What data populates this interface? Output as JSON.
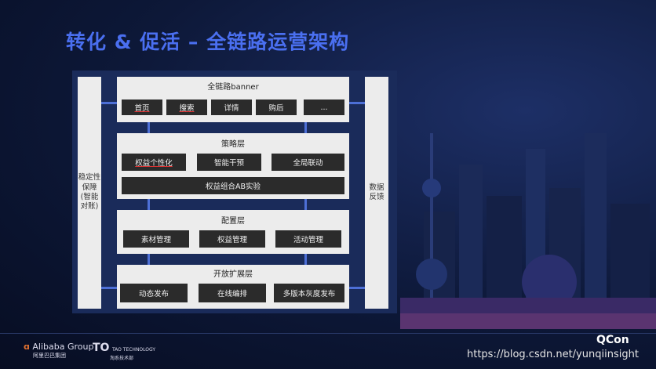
{
  "title": "转化 & 促活 – 全链路运营架构",
  "left_side": "稳定性\n保障\n(智能\n对账)",
  "right_side": "数据\n反馈",
  "layers": {
    "banner": {
      "title": "全链路banner",
      "items": [
        "首页",
        "搜索",
        "详情",
        "购后",
        "..."
      ]
    },
    "strategy": {
      "title": "策略层",
      "items": [
        "权益个性化",
        "智能干预",
        "全局联动"
      ],
      "wide_item": "权益组合AB实验"
    },
    "config": {
      "title": "配置层",
      "items": [
        "素材管理",
        "权益管理",
        "活动管理"
      ]
    },
    "open": {
      "title": "开放扩展层",
      "items": [
        "动态发布",
        "在线编排",
        "多版本灰度发布"
      ]
    }
  },
  "footer": {
    "alibaba": "Alibaba Group",
    "alibaba_cn": "阿里巴巴集团",
    "tao": "TAO TECHNOLOGY",
    "tao_cn": "淘系技术部",
    "watermark": "https://blog.csdn.net/yunqiinsight",
    "qcon": "QCon"
  },
  "colors": {
    "title": "#4a6ff0",
    "panel": "#ececec",
    "box": "#2b2b2b",
    "connector": "#4d6fd6",
    "background": "#0e1a3a"
  }
}
